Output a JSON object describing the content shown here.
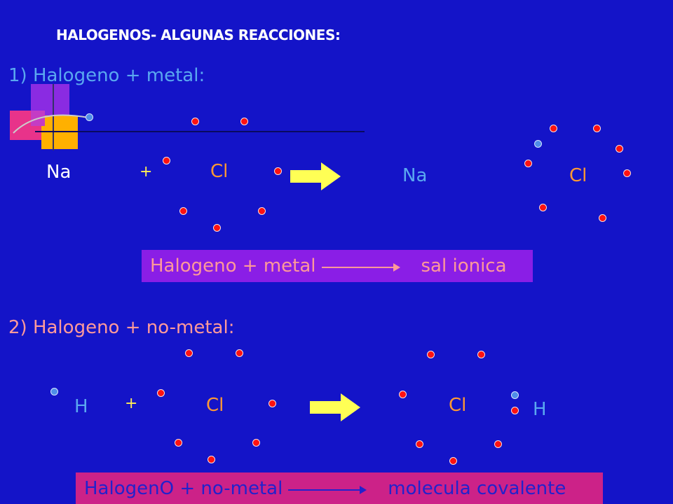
{
  "title": "HALOGENOS- ALGUNAS REACCIONES:",
  "section1": {
    "heading": "1) Halogeno + metal:",
    "reactant_metal": "Na",
    "plus": "+",
    "reactant_halogen": "Cl",
    "product_metal": "Na",
    "product_halogen": "Cl",
    "banner": {
      "left": "Halogeno + metal",
      "right": "sal ionica"
    }
  },
  "section2": {
    "heading": "2) Halogeno + no-metal:",
    "reactant_nonmetal": "H",
    "plus": "+",
    "reactant_halogen": "Cl",
    "product_halogen": "Cl",
    "product_nonmetal": "H",
    "banner": {
      "left": "HalogenO + no-metal",
      "right": "molecula covalente"
    }
  },
  "colors": {
    "background": "#1414c8",
    "electron_halogen": "#ff1111",
    "electron_other": "#4f8ee8",
    "arrow": "#ffff55",
    "banner1": "#8a1ee6",
    "banner2": "#cc2288"
  }
}
